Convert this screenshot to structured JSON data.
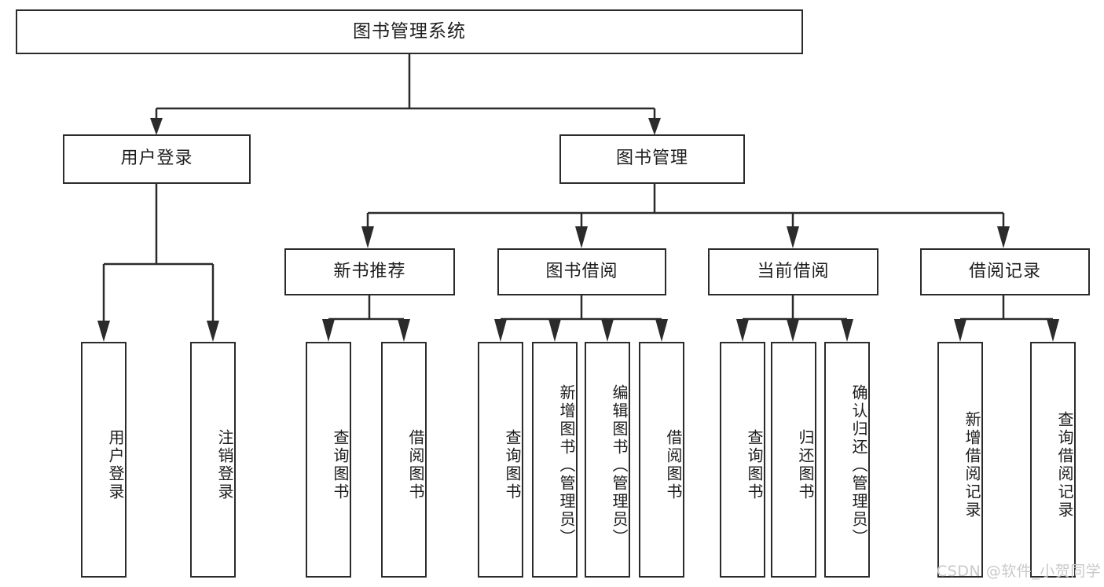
{
  "diagram": {
    "title": "图书管理系统",
    "watermark": "CSDN @软件_小贺同学",
    "type": "tree-hierarchy",
    "root": {
      "label": "图书管理系统"
    },
    "level2": [
      {
        "label": "用户登录"
      },
      {
        "label": "图书管理"
      }
    ],
    "level3": [
      {
        "label": "新书推荐"
      },
      {
        "label": "图书借阅"
      },
      {
        "label": "当前借阅"
      },
      {
        "label": "借阅记录"
      }
    ],
    "leaves": {
      "user_login": [
        {
          "label": "用户登录"
        },
        {
          "label": "注销登录"
        }
      ],
      "new_book_recommend": [
        {
          "label": "查询图书"
        },
        {
          "label": "借阅图书"
        }
      ],
      "book_borrow": [
        {
          "label": "查询图书"
        },
        {
          "label": "新增图书（管理员）"
        },
        {
          "label": "编辑图书（管理员）"
        },
        {
          "label": "借阅图书"
        }
      ],
      "current_borrow": [
        {
          "label": "查询图书"
        },
        {
          "label": "归还图书"
        },
        {
          "label": "确认归还（管理员）"
        }
      ],
      "borrow_record": [
        {
          "label": "新增借阅记录"
        },
        {
          "label": "查询借阅记录"
        }
      ]
    },
    "colors": {
      "stroke": "#2b2b2b",
      "background": "#ffffff",
      "text": "#1d1d1d",
      "watermark": "#c9c9c9"
    }
  }
}
